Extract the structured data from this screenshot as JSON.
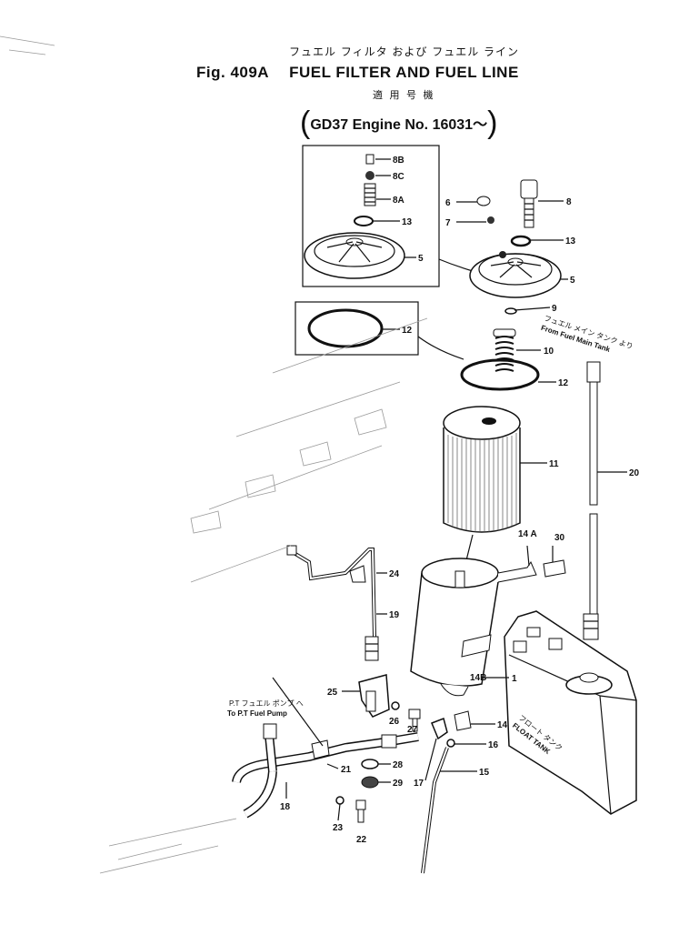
{
  "header": {
    "jp_title": "フュエル フィルタ および フュエル ライン",
    "fig_number": "Fig. 409A",
    "fig_title": "FUEL FILTER AND FUEL LINE",
    "jp_applicable": "適 用 号 機",
    "engine_note": "GD37 Engine No. 16031～"
  },
  "parts": {
    "p8b": "8B",
    "p8c": "8C",
    "p8a": "8A",
    "p13_inset": "13",
    "p5_inset": "5",
    "p6": "6",
    "p7": "7",
    "p8": "8",
    "p13": "13",
    "p5": "5",
    "p9": "9",
    "p12_inset": "12",
    "p10": "10",
    "p12": "12",
    "p11": "11",
    "p20": "20",
    "p14a": "14 A",
    "p30": "30",
    "p24": "24",
    "p19": "19",
    "p14b": "14B",
    "p1": "1",
    "p25": "25",
    "p26": "26",
    "p27": "27",
    "p14": "14",
    "p16": "16",
    "p28": "28",
    "p21": "21",
    "p29": "29",
    "p17": "17",
    "p15": "15",
    "p18": "18",
    "p23": "23",
    "p22": "22"
  },
  "notes": {
    "from_main_tank_jp": "フュエル メイン タンク より",
    "from_main_tank": "From Fuel Main Tank",
    "to_pump_jp": "P.T フュエル ポンプ へ",
    "to_pump": "To P.T Fuel Pump",
    "float_tank_jp": "フロート タンク",
    "float_tank": "FLOAT TANK"
  }
}
